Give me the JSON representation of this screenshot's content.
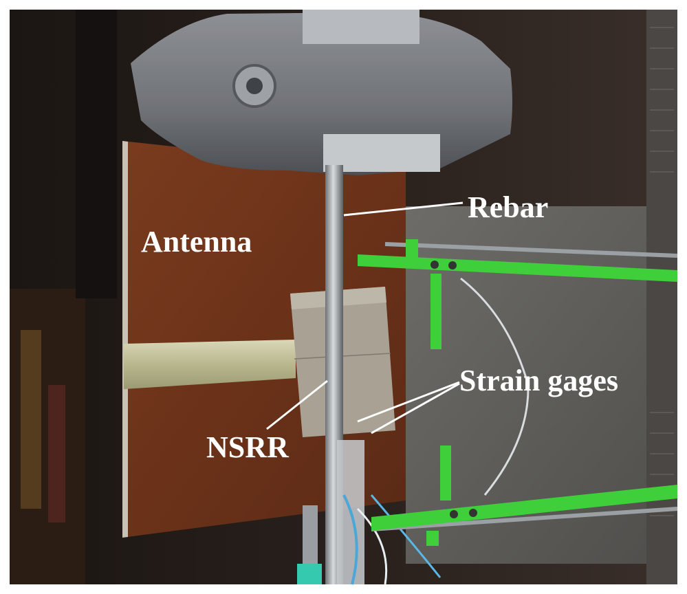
{
  "labels": {
    "rebar": "Rebar",
    "antenna": "Antenna",
    "strain_gages": "Strain gages",
    "nsrr": "NSRR"
  }
}
